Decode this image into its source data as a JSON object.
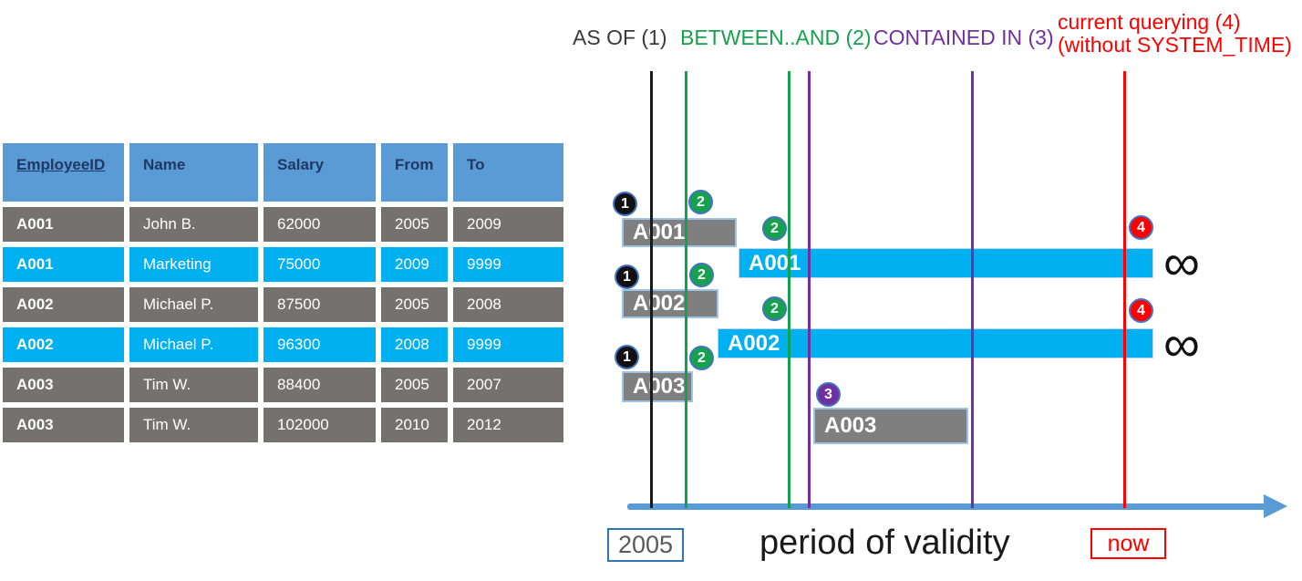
{
  "employee_table": {
    "headers": [
      "EmployeeID",
      "Name",
      "Salary",
      "From",
      "To"
    ],
    "rows": [
      {
        "id": "A001",
        "name": "John B.",
        "salary": "62000",
        "from": "2005",
        "to": "2009",
        "highlight": false
      },
      {
        "id": "A001",
        "name": "Marketing",
        "salary": "75000",
        "from": "2009",
        "to": "9999",
        "highlight": true
      },
      {
        "id": "A002",
        "name": "Michael P.",
        "salary": "87500",
        "from": "2005",
        "to": "2008",
        "highlight": false
      },
      {
        "id": "A002",
        "name": "Michael P.",
        "salary": "96300",
        "from": "2008",
        "to": "9999",
        "highlight": true
      },
      {
        "id": "A003",
        "name": "Tim W.",
        "salary": "88400",
        "from": "2005",
        "to": "2007",
        "highlight": false
      },
      {
        "id": "A003",
        "name": "Tim W.",
        "salary": "102000",
        "from": "2010",
        "to": "2012",
        "highlight": false
      }
    ]
  },
  "legend": {
    "as_of": "AS OF (1)",
    "between_and": "BETWEEN..AND (2)",
    "contained_in": "CONTAINED IN (3)",
    "current_line1": "current querying (4)",
    "current_line2": "(without SYSTEM_TIME)"
  },
  "timeline": {
    "bars": [
      {
        "label": "A001",
        "style": "gray",
        "meaning": "A001 validity 2005-2009"
      },
      {
        "label": "A001",
        "style": "cyan",
        "meaning": "A001 validity 2009-9999 (open ended)"
      },
      {
        "label": "A002",
        "style": "gray",
        "meaning": "A002 validity 2005-2008"
      },
      {
        "label": "A002",
        "style": "cyan",
        "meaning": "A002 validity 2008-9999 (open ended)"
      },
      {
        "label": "A003",
        "style": "gray",
        "meaning": "A003 validity 2005-2007"
      },
      {
        "label": "A003",
        "style": "gray",
        "meaning": "A003 validity 2010-2012"
      }
    ],
    "markers": [
      {
        "n": "1",
        "style": "black"
      },
      {
        "n": "2",
        "style": "green"
      },
      {
        "n": "2",
        "style": "green"
      },
      {
        "n": "1",
        "style": "black"
      },
      {
        "n": "2",
        "style": "green"
      },
      {
        "n": "2",
        "style": "green"
      },
      {
        "n": "1",
        "style": "black"
      },
      {
        "n": "2",
        "style": "green"
      },
      {
        "n": "3",
        "style": "purple"
      },
      {
        "n": "4",
        "style": "red"
      },
      {
        "n": "4",
        "style": "red"
      }
    ],
    "infinity": [
      "∞",
      "∞"
    ],
    "axis": {
      "start_label": "2005",
      "title": "period of validity",
      "now_label": "now"
    }
  },
  "colors": {
    "header_blue": "#5b9bd5",
    "header_text": "#1f3864",
    "row_gray": "#767171",
    "row_cyan": "#00b0f0",
    "bar_gray": "#7f7f7f",
    "bar_cyan": "#00b0f0",
    "line_black": "#1a1a1a",
    "line_green": "#10a24c",
    "line_purple": "#7030a0",
    "line_red": "#fe0000",
    "axis_blue": "#5b9bd5"
  }
}
